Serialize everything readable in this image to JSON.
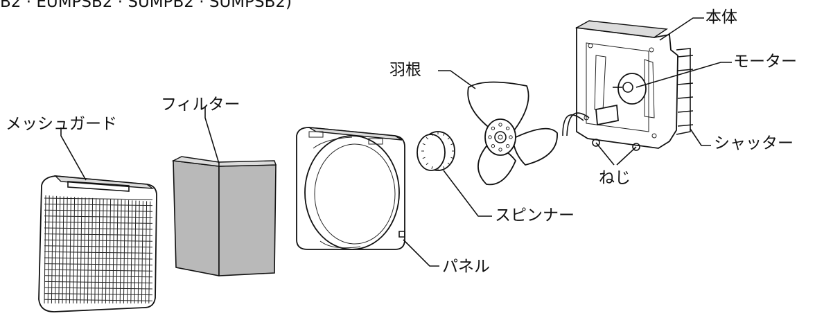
{
  "header_fragment": "B2 · EUMPSB2 · SUMPB2 · SUMPSB2)",
  "labels": {
    "body": "本体",
    "motor": "モーター",
    "blade": "羽根",
    "shutter": "シャッター",
    "screws": "ねじ",
    "spinner": "スピンナー",
    "panel": "パネル",
    "filter": "フィルター",
    "mesh_guard": "メッシュガード"
  }
}
